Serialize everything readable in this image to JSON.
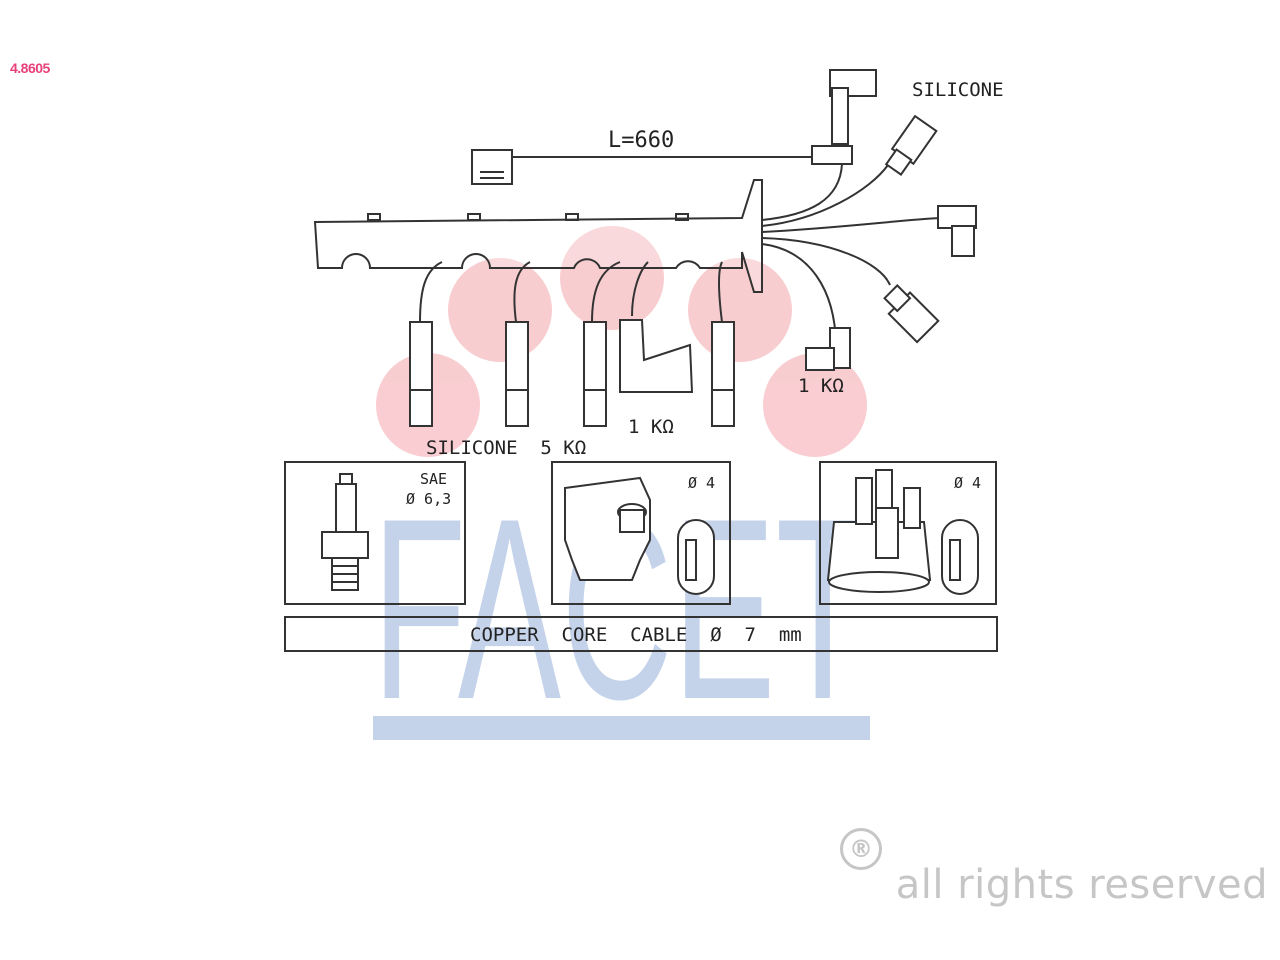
{
  "part_code": "4.8605",
  "colors": {
    "part_code": "#e8407a",
    "logo_blue": "#c5d3ea",
    "logo_pink": "#f8c8cc",
    "line": "#333333",
    "watermark_text": "#c6c6c6"
  },
  "logo_text": "FACET",
  "labels": {
    "length": "L=660",
    "silicone_top": "SILICONE",
    "resistor_right": "1 KΩ",
    "resistor_center": "1 KΩ",
    "silicone_bottom": "SILICONE  5 KΩ",
    "cable_spec": "COPPER  CORE  CABLE  Ø  7  mm"
  },
  "panels": {
    "spark_plug": {
      "line1": "SAE",
      "line2": "Ø 6,3"
    },
    "coil": {
      "dia": "Ø 4"
    },
    "distributor": {
      "dia": "Ø 4"
    }
  },
  "footer": {
    "copyright": "all rights reserved",
    "registered_mark": "®"
  }
}
